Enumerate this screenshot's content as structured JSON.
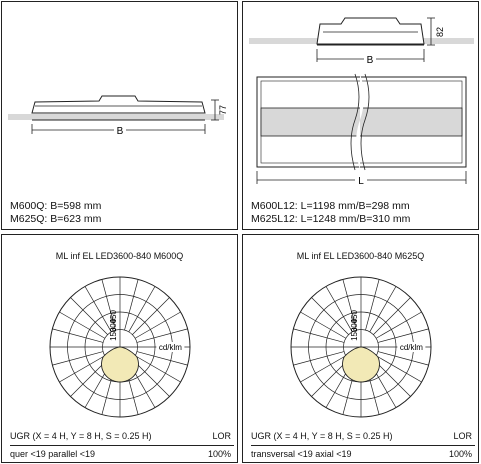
{
  "drawing_left": {
    "dim_width": "B",
    "dim_height": "77",
    "caption_lines": [
      "M600Q: B=598 mm",
      "M625Q: B=623 mm"
    ]
  },
  "drawing_right": {
    "dim_width": "B",
    "dim_height": "82",
    "dim_length": "L",
    "caption_lines": [
      "M600L12: L=1198 mm/B=298 mm",
      "M625L12: L=1248 mm/B=310 mm"
    ]
  },
  "diagram_left": {
    "title": "ML inf EL LED3600-840 M600Q",
    "unit": "cd/klm",
    "scale_labels": [
      "450",
      "300",
      "150"
    ],
    "ugr_text": "UGR  (X = 4 H, Y = 8 H, S = 0.25 H)",
    "ugr_values": "quer <19 parallel <19",
    "lor_label": "LOR",
    "lor_value": "100%"
  },
  "diagram_right": {
    "title": "ML inf EL LED3600-840 M625Q",
    "unit": "cd/klm",
    "scale_labels": [
      "450",
      "300",
      "150"
    ],
    "ugr_text": "UGR  (X = 4 H, Y = 8 H, S = 0.25 H)",
    "ugr_values": "transversal <19 axial <19",
    "lor_label": "LOR",
    "lor_value": "100%"
  },
  "colors": {
    "line": "#222222",
    "gray_band": "#d8d8d8",
    "light_fill": "#f2e9b6"
  }
}
